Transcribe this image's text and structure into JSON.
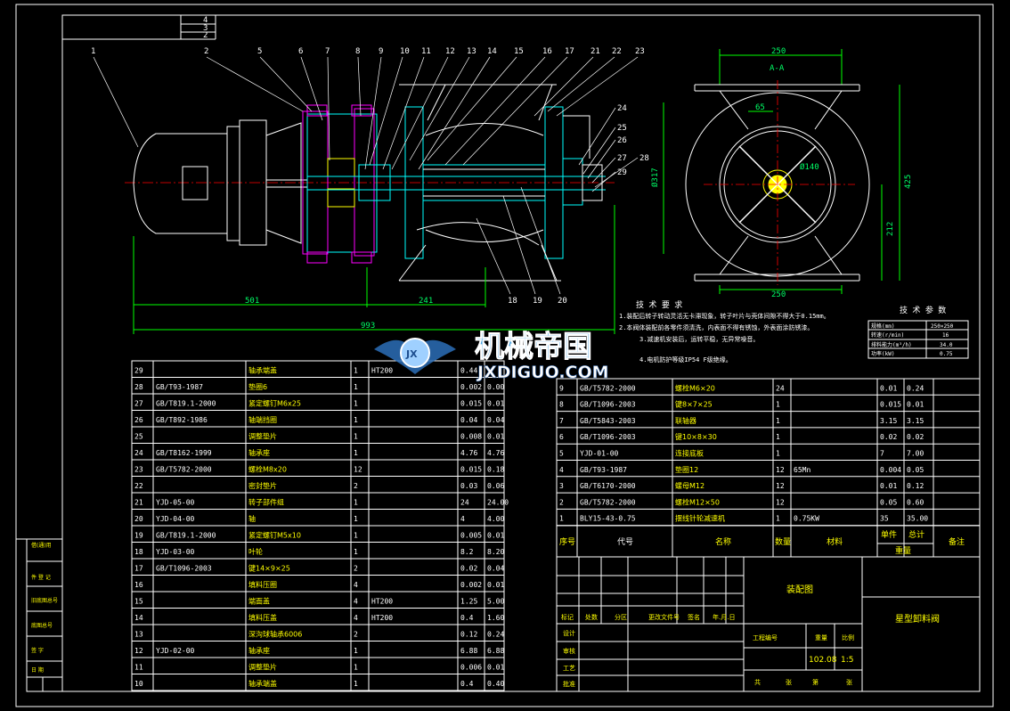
{
  "colors": {
    "background": "#000000",
    "outline": "#ffffff",
    "green": "#00ff00",
    "cyan": "#00ffff",
    "magenta": "#ff00ff",
    "yellow": "#ffff00",
    "red": "#ff0000",
    "watermark": "#4aa3e0"
  },
  "top_left_box": [
    "4",
    "3",
    "2"
  ],
  "balloons_top": [
    "1",
    "2",
    "5",
    "6",
    "7",
    "8",
    "9",
    "10",
    "11",
    "12",
    "13",
    "14",
    "15",
    "16",
    "17",
    "21",
    "22",
    "23"
  ],
  "balloons_right": [
    "24",
    "25",
    "26",
    "27",
    "28",
    "29"
  ],
  "balloons_bottom": [
    "18",
    "19",
    "20"
  ],
  "dimensions": {
    "total": "993",
    "motor": "501",
    "middle": "241",
    "height": "Ø317",
    "flange_top": "250",
    "flange_bottom": "250",
    "offset": "65",
    "height_right": "425",
    "height_half": "212",
    "bore": "Ø140",
    "section": "A-A"
  },
  "notes": {
    "title": "技 术 要 求",
    "lines": [
      "1.装配后转子转动灵活无卡滞现象，转子叶片与壳体间隙不得大于0.15mm。",
      "2.本阀体装配前各零件须清洗，内表面不得有锈蚀，外表面涂防锈漆。",
      "3.减速机安装后，运转平稳，无异常噪音。",
      "4.电机防护等级IP54 F级绝缘。"
    ]
  },
  "tech_params": {
    "title": "技 术 参 数",
    "rows": [
      [
        "规格(mm)",
        "250×250"
      ],
      [
        "转速(r/min)",
        "16"
      ],
      [
        "排料能力(m³/h)",
        "34.0"
      ],
      [
        "功率(kW)",
        "0.75"
      ]
    ]
  },
  "watermark": {
    "text": "机械帝国",
    "url": "JXDIGUO.COM",
    "logo": "JX"
  },
  "bom_left": [
    [
      "29",
      "",
      "轴承端盖",
      "1",
      "HT200",
      "0.44",
      ""
    ],
    [
      "28",
      "GB/T93-1987",
      "垫圈6",
      "1",
      "",
      "0.002",
      "0.00"
    ],
    [
      "27",
      "GB/T819.1-2000",
      "紧定螺钉M6x25",
      "1",
      "",
      "0.015",
      "0.01"
    ],
    [
      "26",
      "GB/T892-1986",
      "轴端挡圈",
      "1",
      "",
      "0.04",
      "0.04"
    ],
    [
      "25",
      "",
      "调整垫片",
      "1",
      "",
      "0.008",
      "0.01"
    ],
    [
      "24",
      "GB/T8162-1999",
      "轴承座",
      "1",
      "",
      "4.76",
      "4.76"
    ],
    [
      "23",
      "GB/T5782-2000",
      "螺栓M8x20",
      "12",
      "",
      "0.015",
      "0.18"
    ],
    [
      "22",
      "",
      "密封垫片",
      "2",
      "",
      "0.03",
      "0.06"
    ],
    [
      "21",
      "YJD-05-00",
      "转子部件组",
      "1",
      "",
      "24",
      "24.00"
    ],
    [
      "20",
      "YJD-04-00",
      "轴",
      "1",
      "",
      "4",
      "4.00"
    ],
    [
      "19",
      "GB/T819.1-2000",
      "紧定螺钉M5x10",
      "1",
      "",
      "0.005",
      "0.01"
    ],
    [
      "18",
      "YJD-03-00",
      "叶轮",
      "1",
      "",
      "8.2",
      "8.20"
    ],
    [
      "17",
      "GB/T1096-2003",
      "键14×9×25",
      "2",
      "",
      "0.02",
      "0.04"
    ],
    [
      "16",
      "",
      "填料压圈",
      "4",
      "",
      "0.002",
      "0.01"
    ],
    [
      "15",
      "",
      "端面盖",
      "4",
      "HT200",
      "1.25",
      "5.00"
    ],
    [
      "14",
      "",
      "填料压盖",
      "4",
      "HT200",
      "0.4",
      "1.60"
    ],
    [
      "13",
      "",
      "深沟球轴承6006",
      "2",
      "",
      "0.12",
      "0.24"
    ],
    [
      "12",
      "YJD-02-00",
      "轴承座",
      "1",
      "",
      "6.88",
      "6.88"
    ],
    [
      "11",
      "",
      "调整垫片",
      "1",
      "",
      "0.006",
      "0.01"
    ],
    [
      "10",
      "",
      "轴承端盖",
      "1",
      "",
      "0.4",
      "0.40"
    ]
  ],
  "bom_right": [
    [
      "9",
      "GB/T5782-2000",
      "螺栓M6×20",
      "24",
      "",
      "0.01",
      "0.24"
    ],
    [
      "8",
      "GB/T1096-2003",
      "键8×7×25",
      "1",
      "",
      "0.015",
      "0.01"
    ],
    [
      "7",
      "GB/T5843-2003",
      "联轴器",
      "1",
      "",
      "3.15",
      "3.15"
    ],
    [
      "6",
      "GB/T1096-2003",
      "键10×8×30",
      "1",
      "",
      "0.02",
      "0.02"
    ],
    [
      "5",
      "YJD-01-00",
      "连接底板",
      "1",
      "",
      "7",
      "7.00"
    ],
    [
      "4",
      "GB/T93-1987",
      "垫圈12",
      "12",
      "65Mn",
      "0.004",
      "0.05"
    ],
    [
      "3",
      "GB/T6170-2000",
      "螺母M12",
      "12",
      "",
      "0.01",
      "0.12"
    ],
    [
      "2",
      "GB/T5782-2000",
      "螺栓M12×50",
      "12",
      "",
      "0.05",
      "0.60"
    ],
    [
      "1",
      "BLY15-43-0.75",
      "摆线针轮减速机",
      "1",
      "0.75KW",
      "35",
      "35.00"
    ]
  ],
  "bom_header": {
    "no": "序号",
    "code": "代号",
    "name": "名称",
    "qty": "数量",
    "material": "材料",
    "unit": "单件",
    "total": "总计",
    "weight": "重量",
    "remark": "备注"
  },
  "side_labels": [
    "借(通)用",
    "件 登 记",
    "旧底图总号",
    "底图总号",
    "签 字",
    "日 期"
  ],
  "title_block": {
    "drawing_type": "装配图",
    "title": "星型卸料阀",
    "weight_label": "重量",
    "weight": "102.08",
    "scale_label": "比例",
    "scale": "1:5",
    "code_label": "工程编号",
    "rev_labels": [
      "标记",
      "处数",
      "分区",
      "更改文件号",
      "签名",
      "年.月.日"
    ],
    "role_labels": [
      "设计",
      "审核",
      "工艺",
      "批准"
    ],
    "sheet_labels": [
      "共",
      "张",
      "第",
      "张"
    ]
  }
}
